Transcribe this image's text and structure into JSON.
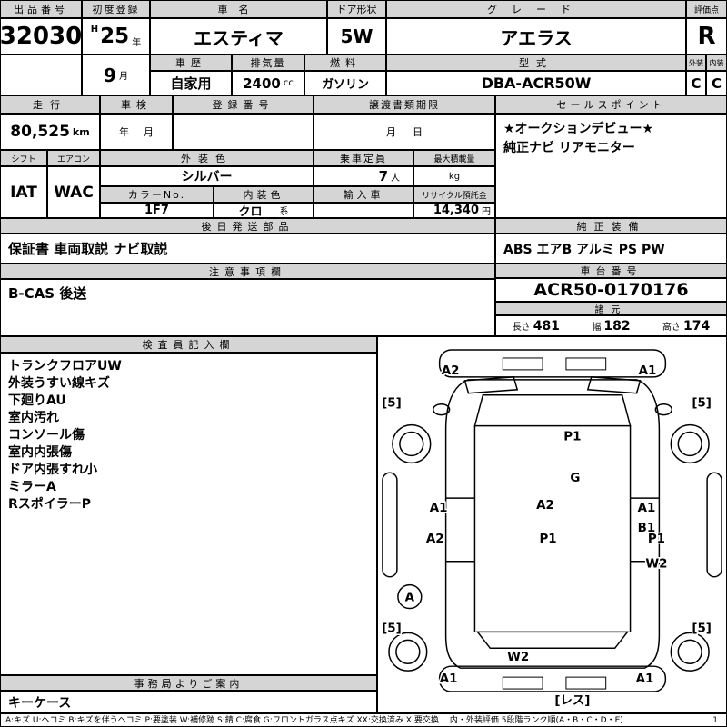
{
  "sheet": {
    "header": {
      "auction_no_label": "出品番号",
      "auction_no": "32030",
      "first_reg_label": "初度登録",
      "first_reg_era": "H",
      "first_reg_year": "25",
      "first_reg_year_unit": "年",
      "first_reg_month": "9",
      "first_reg_month_unit": "月",
      "car_name_label": "車名",
      "car_name": "エスティマ",
      "door_label": "ドア形状",
      "door": "5W",
      "grade_label": "グレード",
      "grade": "アエラス",
      "score_label": "評価点",
      "score": "R",
      "history_label": "車歴",
      "history": "自家用",
      "displacement_label": "排気量",
      "displacement": "2400",
      "displacement_unit": "cc",
      "fuel_label": "燃料",
      "fuel": "ガソリン",
      "model_label": "型式",
      "model": "DBA-ACR50W",
      "exterior_label": "外装",
      "exterior_score": "C",
      "interior_label": "内装",
      "interior_score": "C"
    },
    "registration": {
      "mileage_label": "走行",
      "mileage": "80,525",
      "mileage_unit": "km",
      "inspection_label": "車検",
      "inspection_year_unit": "年",
      "inspection_month_unit": "月",
      "reg_no_label": "登録番号",
      "transfer_label": "譲渡書類期限",
      "transfer_month_unit": "月",
      "transfer_day_unit": "日"
    },
    "sales_point": {
      "label": "セールスポイント",
      "lines": [
        "★オークションデビュー★",
        "純正ナビ リアモニター"
      ]
    },
    "spec": {
      "shift_label": "シフト",
      "shift": "IAT",
      "aircon_label": "エアコン",
      "aircon": "WAC",
      "exterior_color_label": "外装色",
      "exterior_color": "シルバー",
      "capacity_label": "乗車定員",
      "capacity": "7",
      "capacity_unit": "人",
      "max_load_label": "最大積載量",
      "max_load_unit": "kg",
      "color_no_label": "カラーNo.",
      "color_no": "1F7",
      "interior_color_label": "内装色",
      "interior_color": "クロ",
      "interior_color_unit": "系",
      "import_label": "輸入車",
      "recycle_label": "リサイクル預託金",
      "recycle": "14,340",
      "recycle_unit": "円"
    },
    "later_parts": {
      "label": "後日発送部品",
      "value": "保証書 車両取説 ナビ取説"
    },
    "equipment": {
      "label": "純正装備",
      "value": "ABS エアB アルミ PS PW"
    },
    "caution": {
      "label": "注意事項欄",
      "value": "B-CAS 後送"
    },
    "chassis": {
      "label": "車台番号",
      "value": "ACR50-0170176"
    },
    "dimensions": {
      "label": "諸元",
      "length_label": "長さ",
      "length": "481",
      "width_label": "幅",
      "width": "182",
      "height_label": "高さ",
      "height": "174"
    },
    "inspector": {
      "label": "検査員記入欄",
      "notes": [
        "トランクフロアUW",
        "外装うすい線キズ",
        "下廻りAU",
        "室内汚れ",
        "コンソール傷",
        "室内内張傷",
        "ドア内張すれ小",
        "ミラーA",
        "RスポイラーP"
      ]
    },
    "office": {
      "label": "事務局よりご案内",
      "value": "キーケース"
    },
    "diagram": {
      "labels": {
        "front_bumper_left": "A2",
        "front_bumper_right": "A1",
        "tire_fl": "[5]",
        "tire_fr": "[5]",
        "windshield": "P1",
        "roof_front": "G",
        "left_front_door": "A1",
        "roof_center": "A2",
        "right_front_door": "A1",
        "right_door": "B1",
        "left_rear_door": "A2",
        "roof_rear": "P1",
        "right_rear_door": "P1",
        "right_quarter": "W2",
        "left_quarter": "A",
        "tire_rl": "[5]",
        "tire_rr": "[5]",
        "rear_gate": "W2",
        "rear_bumper_left": "A1",
        "rear_bumper_right": "A1",
        "rear_note": "[レス]"
      }
    },
    "legend": {
      "codes": "A:キズ U:ヘコミ B:キズを伴うヘコミ P:要塗装 W:補修跡 S:錆 C:腐食 G:フロントガラス点キズ XX:交換済み X:要交換",
      "rank_note": "内・外装評価 5段階ランク順(A・B・C・D・E)",
      "page": "1"
    }
  }
}
